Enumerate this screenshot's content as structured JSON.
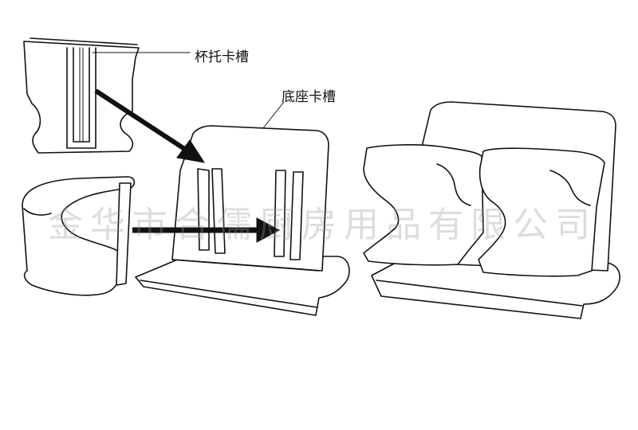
{
  "labels": {
    "cup_holder_slot": "杯托卡槽",
    "base_slot": "底座卡槽"
  },
  "watermark": "金华市合儒厨房用品有限公司",
  "colors": {
    "line": "#111111",
    "fill": "#ffffff",
    "watermark": "#969696"
  }
}
